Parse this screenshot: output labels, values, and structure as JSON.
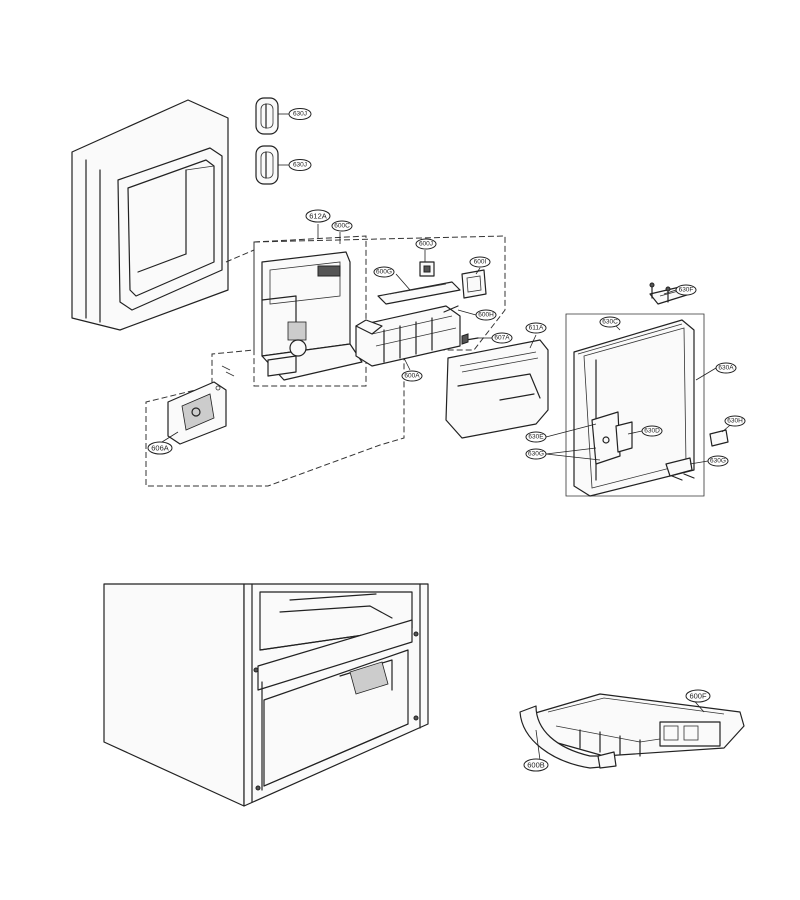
{
  "callouts": {
    "c630J_1": "630J",
    "c630J_2": "630J",
    "c612A": "612A",
    "c600C": "600C",
    "c600J": "600J",
    "c600G": "600G",
    "c600I": "600I",
    "c600H": "600H",
    "c607A": "607A",
    "c611A": "611A",
    "c600A": "600A",
    "c606A": "606A",
    "c630C": "630C",
    "c630F": "630F",
    "c630A": "630A",
    "c630E": "630E",
    "c630D": "630D",
    "c630H": "630H",
    "c630G_1": "630G",
    "c630G_2": "630G",
    "c600F": "600F",
    "c600B": "600B"
  }
}
